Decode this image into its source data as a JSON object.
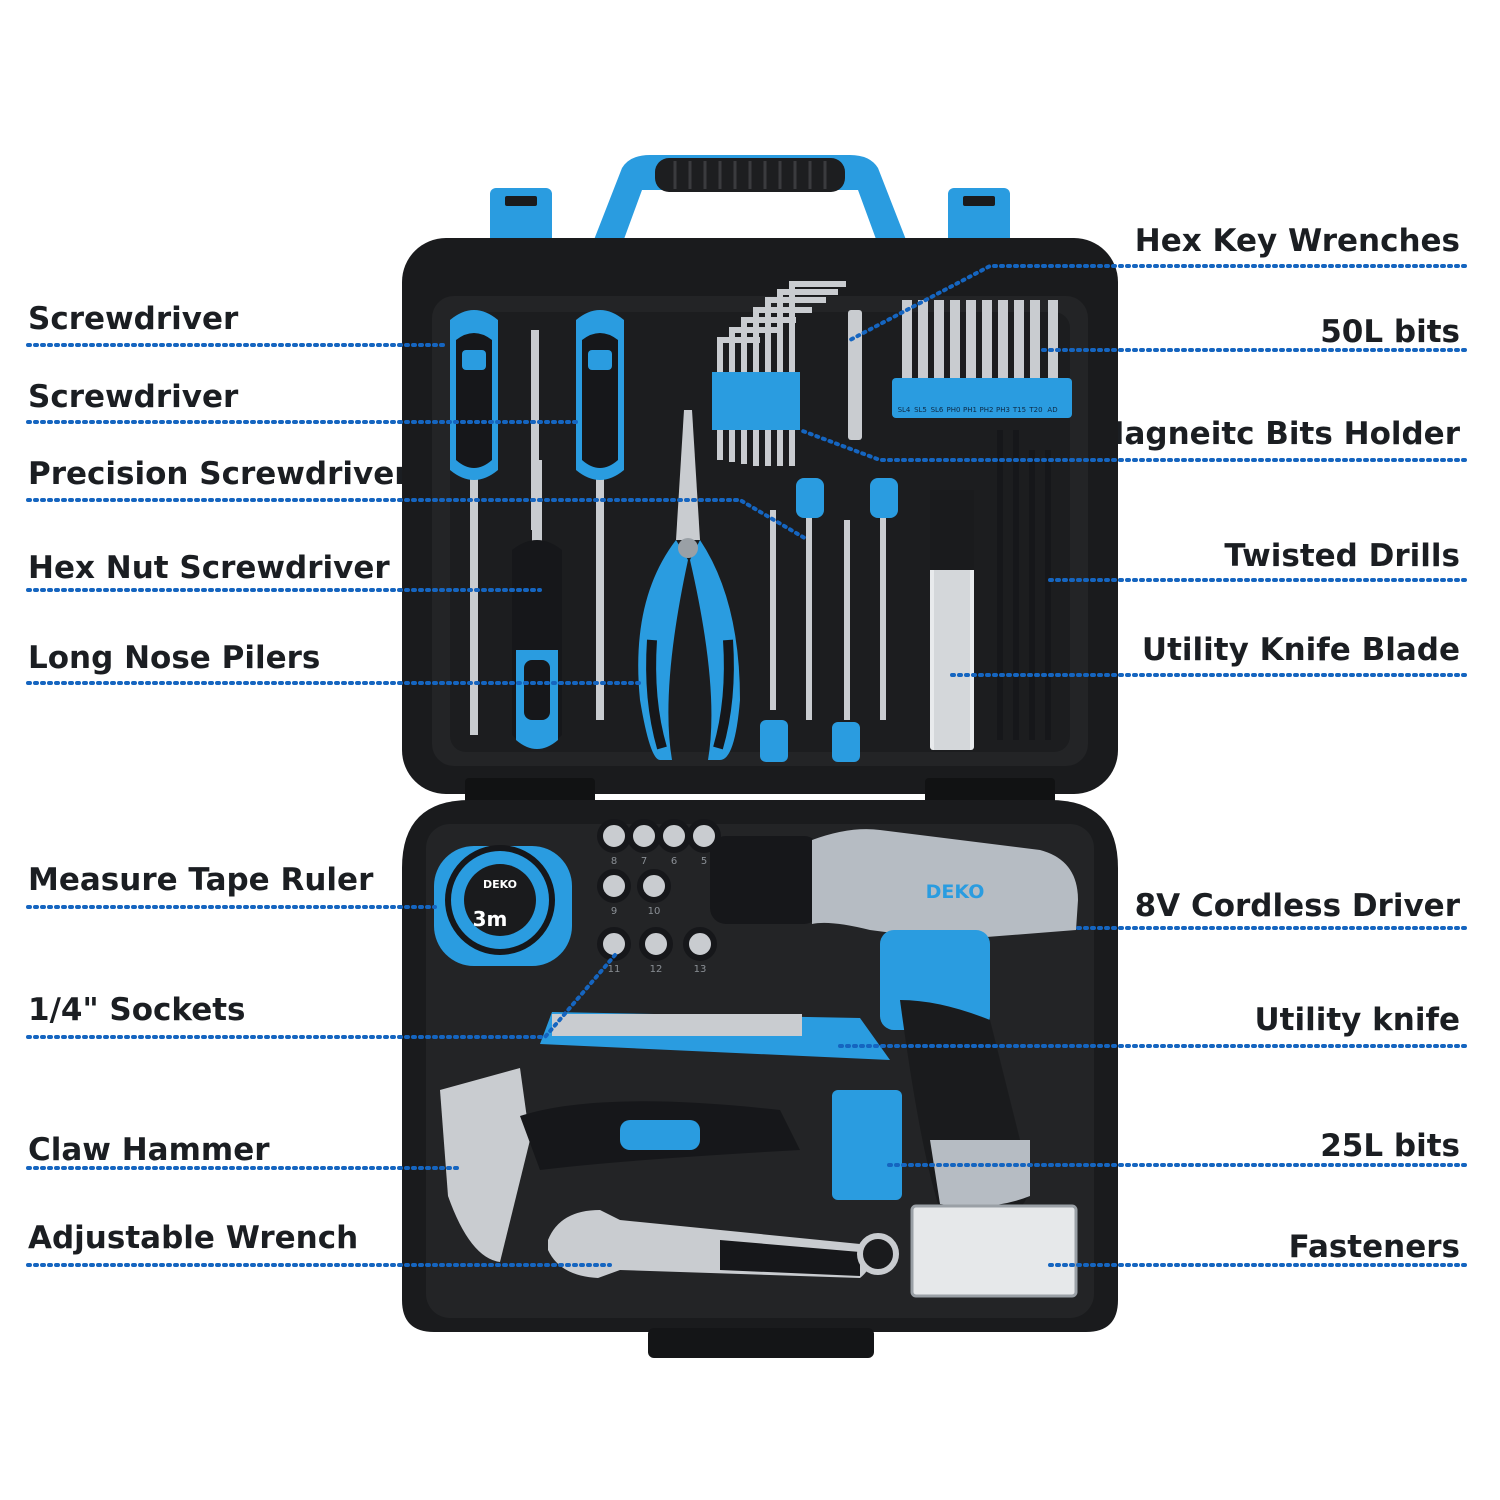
{
  "colors": {
    "accent_blue": "#2a9ce0",
    "case_black": "#1a1b1d",
    "tray_black": "#222325",
    "leader_blue": "#1565c0",
    "silver": "#c9ccd0",
    "drill_grey": "#aab0b8"
  },
  "brand": {
    "name": "DEKO"
  },
  "tape": {
    "length": "3m"
  },
  "bits_holder": {
    "slots": [
      "SL4",
      "SL5",
      "SL6",
      "PH0",
      "PH1",
      "PH2",
      "PH3",
      "T15",
      "T20",
      "AD"
    ]
  },
  "sockets": {
    "sizes": [
      "8",
      "7",
      "6",
      "5",
      "9",
      "10",
      "11",
      "12",
      "13"
    ]
  },
  "labels": {
    "left": [
      "Screwdriver",
      "Screwdriver",
      "Precision Screwdriver",
      "Hex Nut Screwdriver",
      "Long Nose Pilers",
      "Measure Tape Ruler",
      "1/4\" Sockets",
      "Claw Hammer",
      "Adjustable Wrench"
    ],
    "right": [
      "Hex Key Wrenches",
      "50L bits",
      "Magneitc Bits Holder",
      "Twisted Drills",
      "Utility Knife Blade",
      "8V Cordless Driver",
      "Utility knife",
      "25L bits",
      "Fasteners"
    ]
  }
}
